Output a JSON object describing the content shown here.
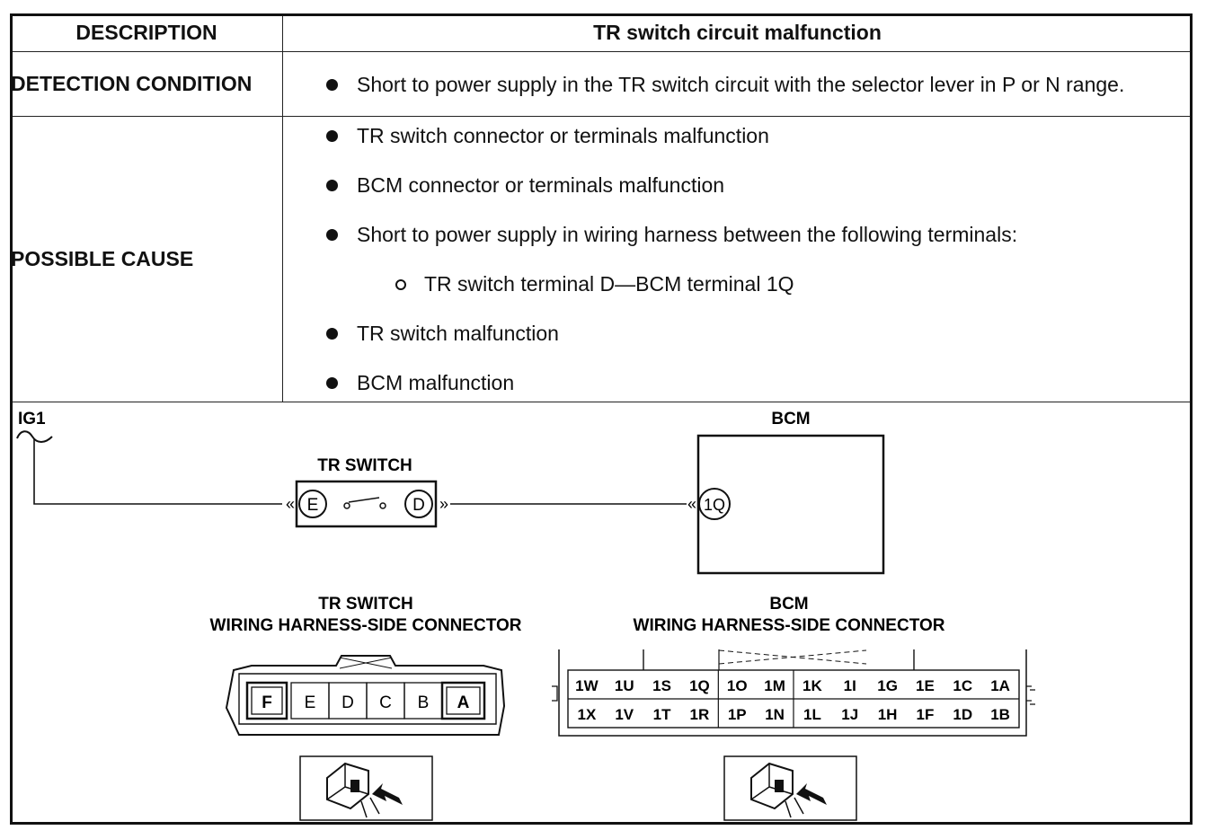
{
  "header": {
    "col1": "DESCRIPTION",
    "col2": "TR switch circuit malfunction"
  },
  "detection": {
    "label": "DETECTION CONDITION",
    "items": [
      "Short to power supply in the TR switch circuit with the selector lever in P or N range."
    ]
  },
  "possible": {
    "label": "POSSIBLE CAUSE",
    "items": [
      "TR switch connector or terminals malfunction",
      "BCM connector or terminals malfunction",
      "Short to power supply in wiring harness between the following terminals:",
      "TR switch terminal D—BCM terminal 1Q",
      "TR switch malfunction",
      "BCM malfunction"
    ]
  },
  "diagram": {
    "ig1": "IG1",
    "bcm": "BCM",
    "tr_switch": "TR SWITCH",
    "term_e": "E",
    "term_d": "D",
    "term_1q": "1Q",
    "tr_conn_title1": "TR SWITCH",
    "tr_conn_title2": "WIRING HARNESS-SIDE CONNECTOR",
    "bcm_conn_title1": "BCM",
    "bcm_conn_title2": "WIRING HARNESS-SIDE CONNECTOR",
    "tr_pins": [
      "F",
      "E",
      "D",
      "C",
      "B",
      "A"
    ],
    "bcm_row1": [
      "1W",
      "1U",
      "1S",
      "1Q",
      "1O",
      "1M",
      "1K",
      "1I",
      "1G",
      "1E",
      "1C",
      "1A"
    ],
    "bcm_row2": [
      "1X",
      "1V",
      "1T",
      "1R",
      "1P",
      "1N",
      "1L",
      "1J",
      "1H",
      "1F",
      "1D",
      "1B"
    ]
  }
}
